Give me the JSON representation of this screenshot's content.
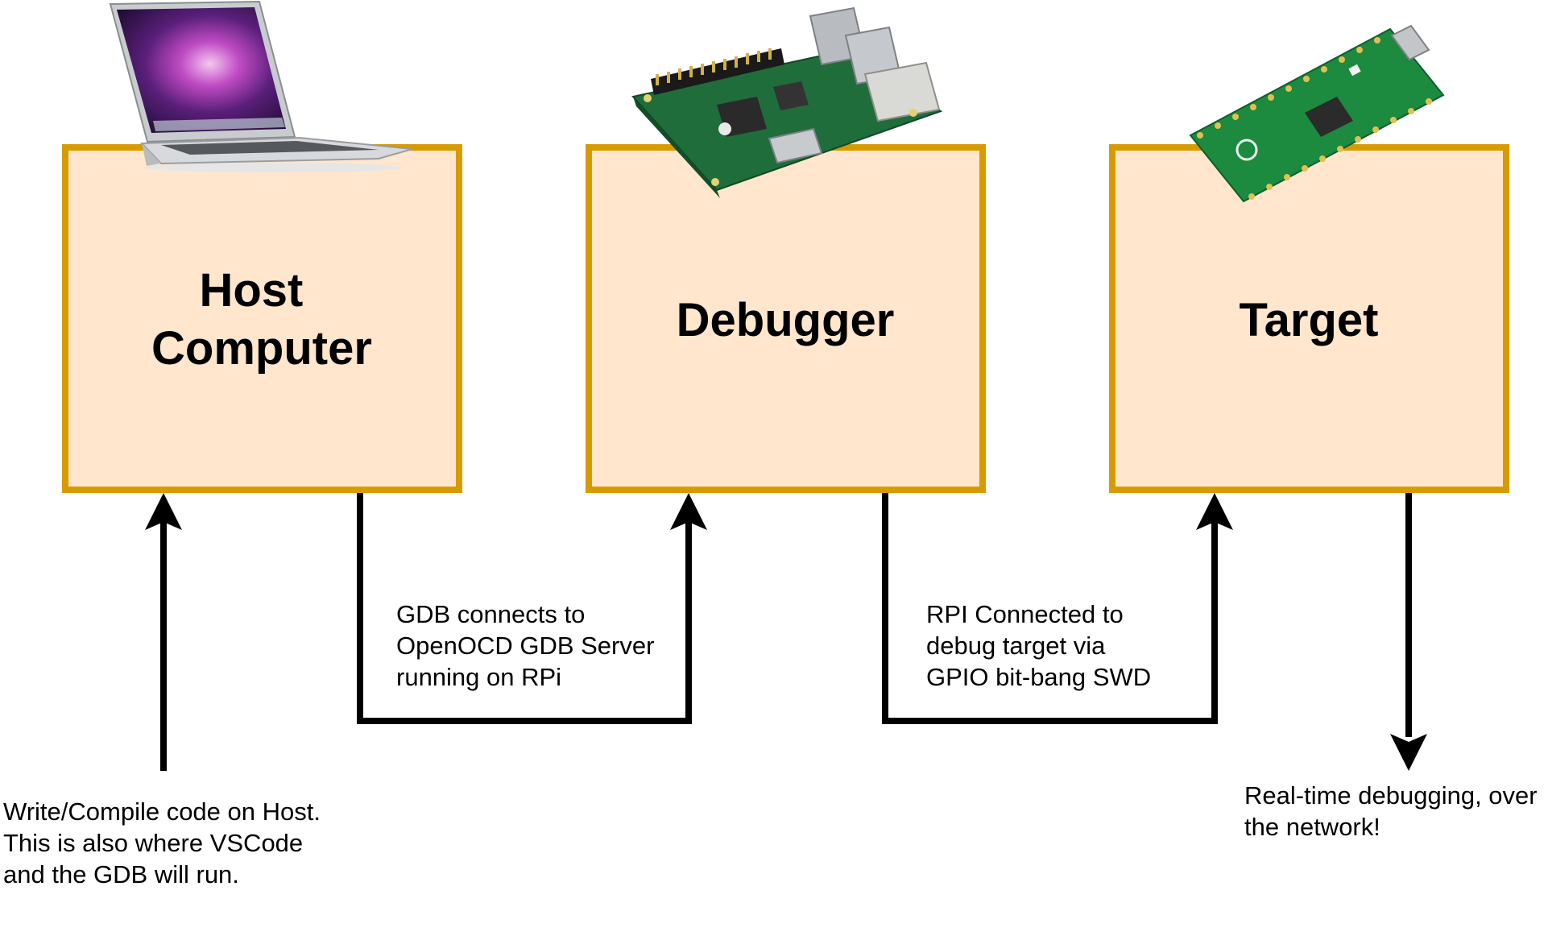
{
  "colors": {
    "box_fill": "#FFE6CC",
    "box_stroke": "#D79B00",
    "arrow": "#000000",
    "background": "#FFFFFF"
  },
  "boxes": [
    {
      "id": "host",
      "title_lines": [
        "Host",
        "Computer"
      ],
      "icon": "laptop-icon"
    },
    {
      "id": "debugger",
      "title_lines": [
        "Debugger"
      ],
      "icon": "raspberry-pi-board-icon"
    },
    {
      "id": "target",
      "title_lines": [
        "Target"
      ],
      "icon": "raspberry-pi-pico-icon"
    }
  ],
  "notes": {
    "host": [
      "Write/Compile code on Host.",
      "This is also where VSCode",
      "and the GDB will run."
    ],
    "host_to_debugger": [
      "GDB connects to",
      "OpenOCD GDB Server",
      "running on RPi"
    ],
    "debugger_to_target": [
      "RPI Connected to",
      "debug target via",
      "GPIO bit-bang SWD"
    ],
    "target": [
      "Real-time debugging, over",
      "the network!"
    ]
  }
}
